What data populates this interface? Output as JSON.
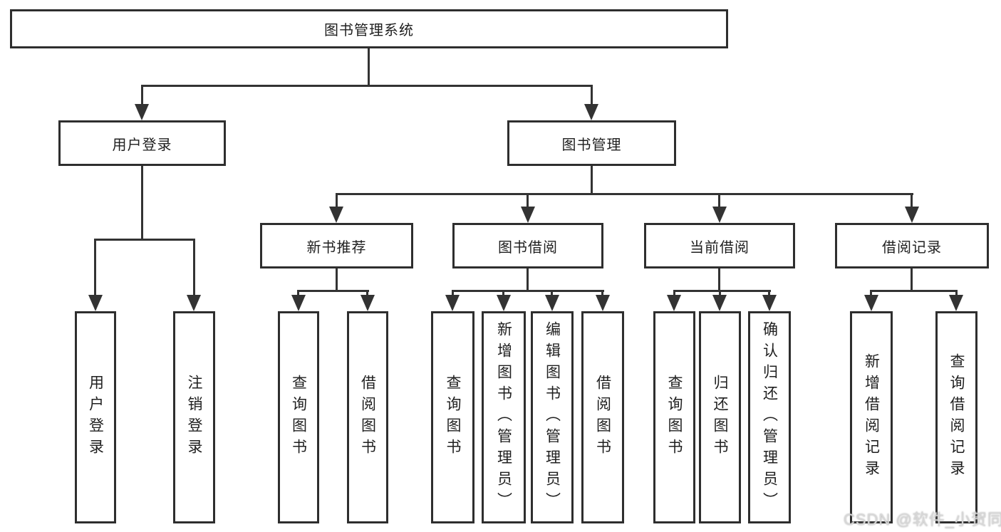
{
  "title": "图书管理系统",
  "watermark": "CSDN @软件_小贺同学",
  "colors": {
    "line": "#333333",
    "box_border": "#2e2e2e",
    "text": "#1f1f1f",
    "background": "#ffffff",
    "watermark": "#d7d7d7"
  },
  "tree": {
    "root": {
      "label": "图书管理系统"
    },
    "level2": [
      {
        "label": "用户登录",
        "children": [
          {
            "label": "用户登录"
          },
          {
            "label": "注销登录"
          }
        ]
      },
      {
        "label": "图书管理",
        "children": [
          {
            "label": "新书推荐",
            "children": [
              {
                "label": "查询图书"
              },
              {
                "label": "借阅图书"
              }
            ]
          },
          {
            "label": "图书借阅",
            "children": [
              {
                "label": "查询图书"
              },
              {
                "label": "新增图书（管理员）"
              },
              {
                "label": "编辑图书（管理员）"
              },
              {
                "label": "借阅图书"
              }
            ]
          },
          {
            "label": "当前借阅",
            "children": [
              {
                "label": "查询图书"
              },
              {
                "label": "归还图书"
              },
              {
                "label": "确认归还（管理员）"
              }
            ]
          },
          {
            "label": "借阅记录",
            "children": [
              {
                "label": "新增借阅记录"
              },
              {
                "label": "查询借阅记录"
              }
            ]
          }
        ]
      }
    ]
  }
}
